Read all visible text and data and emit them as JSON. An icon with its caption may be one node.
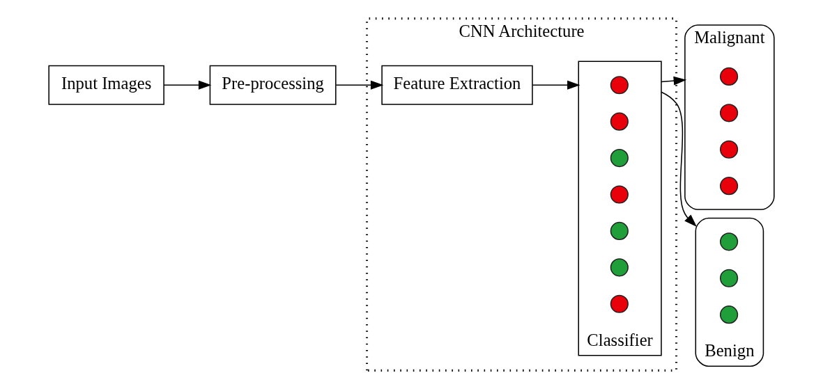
{
  "diagram": {
    "nodes": [
      {
        "text": [
          "CNN Architecture"
        ]
      },
      {
        "text": [
          "Input Images"
        ]
      },
      {
        "text": [
          "Pre-processing"
        ]
      },
      {
        "text": [
          "Feature Extraction"
        ],
        "in": 0
      },
      {
        "text": [
          "Classifier"
        ],
        "in": 0
      },
      {
        "text": [],
        "shape": "circle",
        "in": 4
      },
      {
        "text": [],
        "shape": "circle",
        "in": 4
      },
      {
        "text": [],
        "shape": "circle",
        "in": 4
      },
      {
        "text": [],
        "shape": "circle",
        "in": 4
      },
      {
        "text": [],
        "shape": "circle",
        "in": 4
      },
      {
        "text": [],
        "shape": "circle",
        "in": 4
      },
      {
        "text": [],
        "shape": "circle",
        "in": 4
      },
      {
        "text": [
          "Malignant"
        ]
      },
      {
        "text": [],
        "shape": "circle",
        "in": 12
      },
      {
        "text": [],
        "shape": "circle",
        "in": 12
      },
      {
        "text": [],
        "shape": "circle",
        "in": 12
      },
      {
        "text": [],
        "shape": "circle",
        "in": 12
      },
      {
        "text": [
          "Benign"
        ]
      },
      {
        "text": [],
        "shape": "circle",
        "in": 17
      },
      {
        "text": [],
        "shape": "circle",
        "in": 17
      },
      {
        "text": [],
        "shape": "circle",
        "in": 17
      }
    ],
    "edges": [
      {
        "from": 1,
        "to": 2,
        "arrow": "to"
      },
      {
        "from": 2,
        "to": 3,
        "arrow": "to"
      },
      {
        "from": 3,
        "to": 4,
        "arrow": "to"
      },
      {
        "from": 4,
        "to": 12,
        "arrow": "to"
      },
      {
        "from": 4,
        "to": 17,
        "arrow": "to"
      }
    ]
  }
}
